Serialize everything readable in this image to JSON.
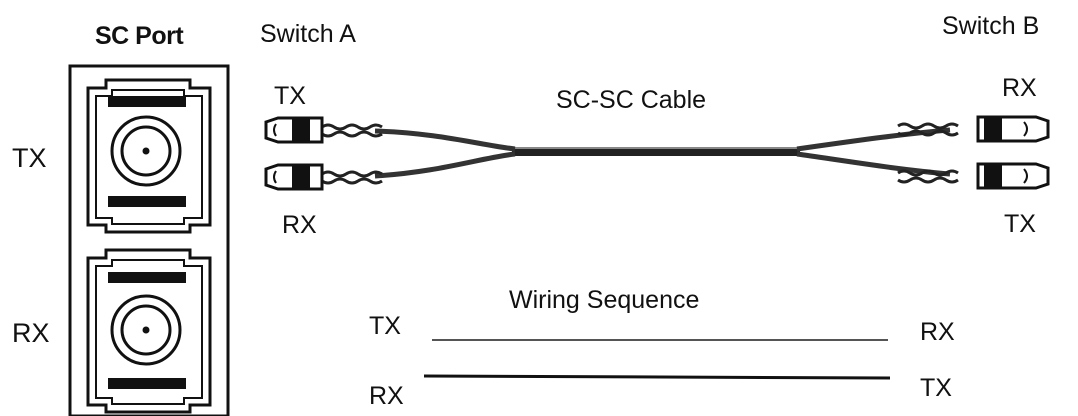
{
  "sc_port": {
    "title": "SC Port",
    "tx_label": "TX",
    "rx_label": "RX"
  },
  "switch_a": {
    "title": "Switch A",
    "tx_label": "TX",
    "rx_label": "RX"
  },
  "switch_b": {
    "title": "Switch B",
    "rx_label": "RX",
    "tx_label": "TX"
  },
  "cable": {
    "label": "SC-SC Cable"
  },
  "wiring": {
    "title": "Wiring Sequence",
    "left_top": "TX",
    "left_bottom": "RX",
    "right_top": "RX",
    "right_bottom": "TX"
  },
  "colors": {
    "line": "#111111",
    "text": "#111111",
    "background": "#ffffff"
  }
}
